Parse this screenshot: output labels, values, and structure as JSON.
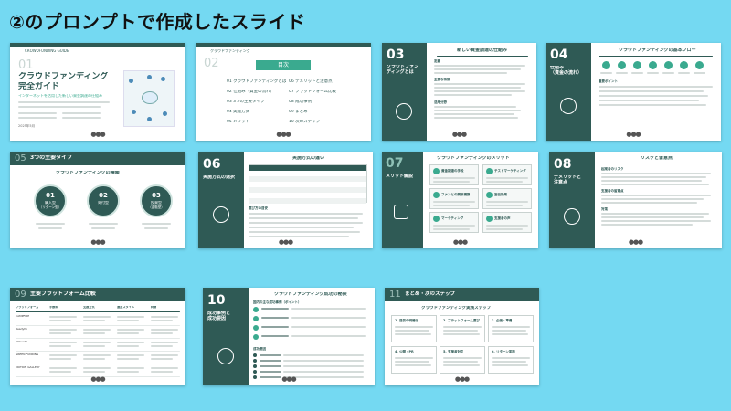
{
  "page_title": "②のプロンプトで作成したスライド",
  "colors": {
    "background": "#74d9f2",
    "primary": "#2f5a55",
    "accent": "#3aaa8f",
    "slide": "#ffffff"
  },
  "slides": {
    "s1": {
      "header": "CROWDFUNDING GUIDE",
      "num": "01",
      "title1": "クラウドファンディング",
      "title2": "完全ガイド",
      "subtitle": "インターネットを活用した新しい資金調達の仕組み",
      "date": "2025年5月"
    },
    "s2": {
      "header": "クラウドファンディング",
      "num": "02",
      "toc_label": "目次",
      "toc_left": [
        "01  クラウドファンディングとは",
        "02  仕組み（資金の流れ）",
        "03  3つの主要タイプ",
        "04  実施方式",
        "05  メリット"
      ],
      "toc_right": [
        "06  デメリットと注意点",
        "07  プラットフォーム比較",
        "08  成功事例",
        "09  まとめ",
        "10  次のステップ"
      ]
    },
    "s3": {
      "num": "03",
      "title": "クラウドファン\nディングとは",
      "heading": "新しい資金調達の仕組み",
      "l1": "定義",
      "l2": "主要な特徴",
      "l3": "活用分野"
    },
    "s4": {
      "num": "04",
      "title": "仕組み\n（資金の流れ）",
      "heading": "クラウドファンディングの基本フロー",
      "l1": "重要ポイント"
    },
    "s5": {
      "num": "05",
      "title": "3つの主要タイプ",
      "heading": "クラウドファンディングの種類",
      "types": [
        {
          "n": "01",
          "name": "購入型",
          "sub": "（リターン型）"
        },
        {
          "n": "02",
          "name": "寄付型",
          "sub": ""
        },
        {
          "n": "03",
          "name": "投資型",
          "sub": "（金融型）"
        }
      ]
    },
    "s6": {
      "num": "06",
      "title": "実施方式の選択",
      "heading": "実施方式の違い",
      "l1": "選び方の目安"
    },
    "s7": {
      "num": "07",
      "title": "メリット解説",
      "heading": "クラウドファンディングのメリット",
      "cards": [
        "資金調達の手段",
        "テストマーケティング",
        "ファンとの関係構築",
        "宣伝効果",
        "マーケティング",
        "支援者の声"
      ]
    },
    "s8": {
      "num": "08",
      "title": "デメリットと\n注意点",
      "heading": "リスクと留意点",
      "l1": "起案者のリスク",
      "l2": "支援者の留意点",
      "l3": "対策"
    },
    "s9": {
      "num": "09",
      "title": "主要プラットフォーム比較",
      "cols": [
        "プラットフォーム",
        "手数料",
        "支援方式",
        "運営スタイル",
        "特徴"
      ],
      "rows": [
        "CAMPFIRE",
        "Readyfor",
        "Makuake",
        "GREEN FUNDING",
        "MOTION GALLERY"
      ]
    },
    "s10": {
      "num": "10",
      "title": "成功事例と\n成功要因",
      "heading": "クラウドファンディング成功の秘訣",
      "l1": "国内の主な成功事例（ポイント）",
      "l2": "成功要因"
    },
    "s11": {
      "num": "11",
      "title": "まとめ・次のステップ",
      "heading": "クラウドファンディング実践ステップ",
      "steps": [
        "1. 目的の明確化",
        "2. プラットフォーム選び",
        "3. 企画・準備",
        "4. 公開・PR",
        "5. 支援者対応",
        "6. リターン実施"
      ]
    }
  }
}
